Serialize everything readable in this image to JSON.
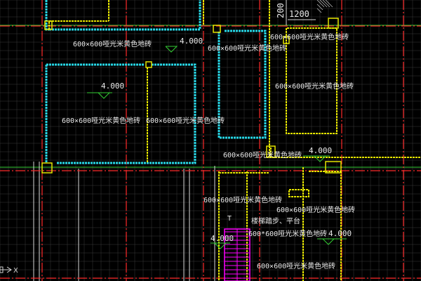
{
  "drawing": {
    "labels": {
      "tile": "600×600哑光米黄色地砖",
      "stair_note": "楼梯踏步、平台",
      "stair_tile": "600*600哑光米黄色地砖",
      "level": "4.000",
      "dim_200": "200",
      "dim_1200": "1200",
      "stair_letter": "T"
    },
    "ucs": {
      "x_label": "X"
    },
    "colors": {
      "background": "#000000",
      "grid": "#3a3a3a",
      "axis_red": "#ff2a2a",
      "wall_yellow": "#e6e600",
      "wall_cyan": "#27d7e6",
      "stair_magenta": "#ff00ff",
      "green_line": "#33cc33",
      "white_line": "#d8d8d8"
    }
  }
}
